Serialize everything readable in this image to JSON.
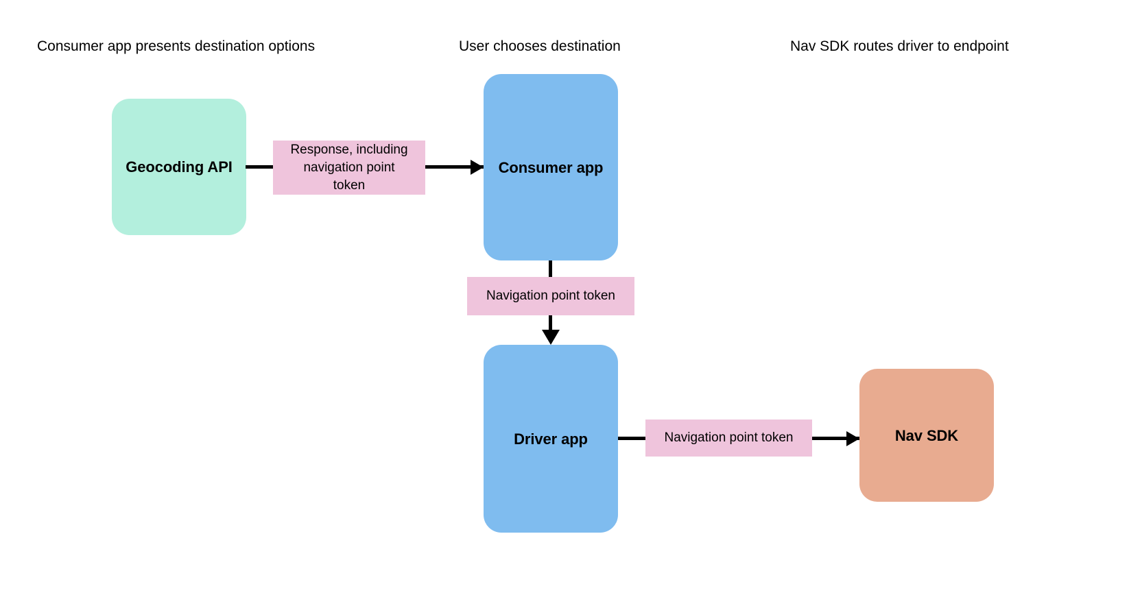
{
  "diagram": {
    "type": "flowchart",
    "background_color": "#FFFFFF",
    "columns": [
      {
        "id": "col-1",
        "label": "Consumer app presents destination options"
      },
      {
        "id": "col-2",
        "label": "User chooses destination"
      },
      {
        "id": "col-3",
        "label": "Nav SDK routes driver to endpoint"
      }
    ],
    "nodes": [
      {
        "id": "geocoding-api",
        "label": "Geocoding API",
        "color": "#B3EFDD"
      },
      {
        "id": "consumer-app",
        "label": "Consumer app",
        "color": "#7FBCEF"
      },
      {
        "id": "driver-app",
        "label": "Driver app",
        "color": "#7FBCEF"
      },
      {
        "id": "nav-sdk",
        "label": "Nav SDK",
        "color": "#E8AB90"
      }
    ],
    "edges": [
      {
        "id": "geocoding-to-consumer",
        "from": "geocoding-api",
        "to": "consumer-app",
        "direction": "right",
        "label": "Response, including navigation point token",
        "label_lines": [
          "Response, including",
          "navigation point",
          "token"
        ],
        "label_color": "#EFC4DC"
      },
      {
        "id": "consumer-to-driver",
        "from": "consumer-app",
        "to": "driver-app",
        "direction": "down",
        "label": "Navigation point token",
        "label_lines": [
          "Navigation point token"
        ],
        "label_color": "#EFC4DC"
      },
      {
        "id": "driver-to-navsdk",
        "from": "driver-app",
        "to": "nav-sdk",
        "direction": "right",
        "label": "Navigation point token",
        "label_lines": [
          "Navigation point token"
        ],
        "label_color": "#EFC4DC"
      }
    ],
    "palette": {
      "mint": "#B3EFDD",
      "blue": "#7FBCEF",
      "salmon": "#E8AB90",
      "pink": "#EFC4DC",
      "connector": "#000000",
      "text": "#000000"
    }
  }
}
